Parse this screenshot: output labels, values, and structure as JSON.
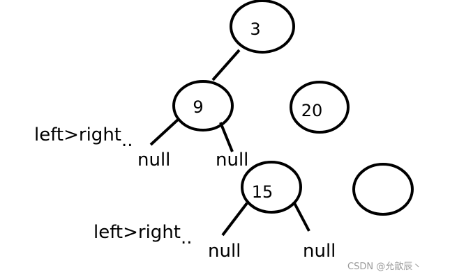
{
  "diagram": {
    "nodes": {
      "n3": "3",
      "n9": "9",
      "n20": "20",
      "n15": "15",
      "empty": ""
    },
    "labels": {
      "left_right_1": "left>right",
      "left_right_2": "left>right",
      "dots": "..",
      "null_1": "null",
      "null_2": "null",
      "null_3": "null",
      "null_4": "null"
    }
  },
  "watermark": "CSDN @允歆辰丶"
}
